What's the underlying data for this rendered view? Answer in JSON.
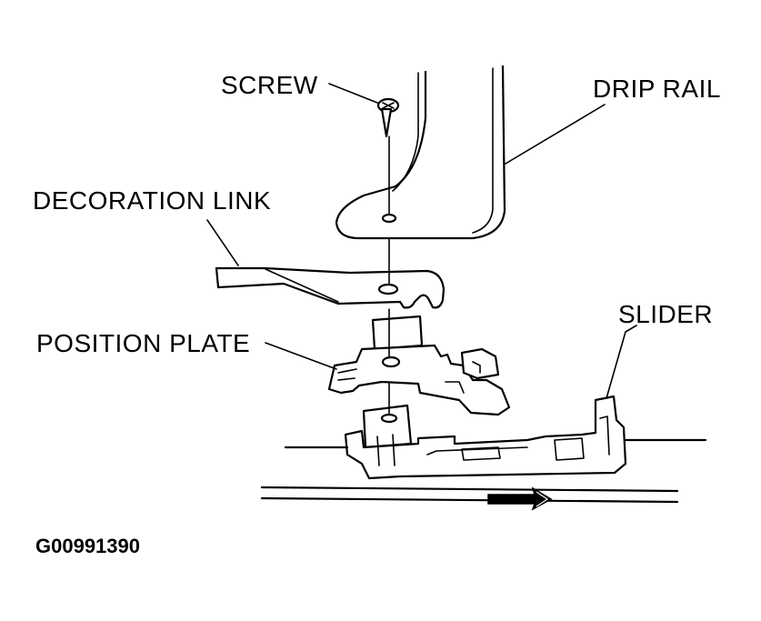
{
  "labels": {
    "screw": "SCREW",
    "drip_rail": "DRIP RAIL",
    "decoration_link": "DECORATION LINK",
    "slider": "SLIDER",
    "position_plate": "POSITION PLATE"
  },
  "figure_code": "G00991390"
}
